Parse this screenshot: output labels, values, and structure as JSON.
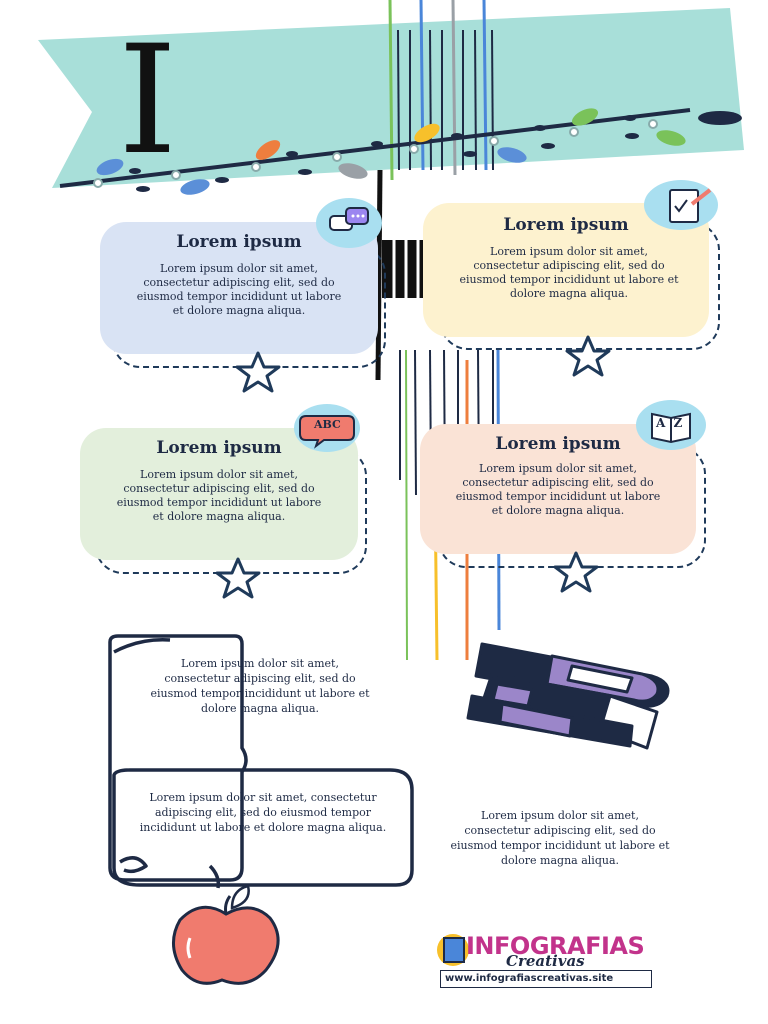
{
  "header": {
    "initial": "I"
  },
  "cards": [
    {
      "title": "Lorem ipsum",
      "text": "Lorem ipsum dolor sit amet, consectetur adipiscing elit, sed do eiusmod tempor incididunt ut labore et dolore magna aliqua."
    },
    {
      "title": "Lorem ipsum",
      "text": "Lorem ipsum dolor sit amet, consectetur adipiscing elit, sed do eiusmod tempor incididunt ut labore et dolore magna aliqua."
    },
    {
      "title": "Lorem ipsum",
      "text": "Lorem ipsum dolor sit amet, consectetur adipiscing elit, sed do eiusmod tempor incididunt ut labore et dolore magna aliqua."
    },
    {
      "title": "Lorem ipsum",
      "text": "Lorem ipsum dolor sit amet, consectetur adipiscing elit, sed do eiusmod tempor incididunt ut labore et dolore magna aliqua."
    }
  ],
  "icons": {
    "abc_label": "ABC",
    "az_label": "A Z"
  },
  "notes": {
    "scroll_top": "Lorem ipsum dolor sit amet, consectetur adipiscing elit, sed do eiusmod tempor incididunt ut labore et dolore magna aliqua.",
    "scroll_bottom": "Lorem ipsum dolor sit amet, consectetur adipiscing elit, sed do eiusmod tempor incididunt ut labore et dolore magna aliqua.",
    "right": "Lorem ipsum dolor sit amet, consectetur adipiscing elit, sed do eiusmod tempor incididunt ut labore et dolore magna aliqua."
  },
  "logo": {
    "name": "INFOGRAFIAS",
    "sub": "Creativas",
    "url": "www.infografiascreativas.site"
  },
  "colors": {
    "banner": "#a8dfd9",
    "card_blue": "#d9e3f4",
    "card_yellow": "#fdf2cf",
    "card_green": "#e3efdc",
    "card_peach": "#fae3d6",
    "ink": "#1e2a44",
    "apple": "#f07b6e",
    "book": "#9b86c9"
  }
}
